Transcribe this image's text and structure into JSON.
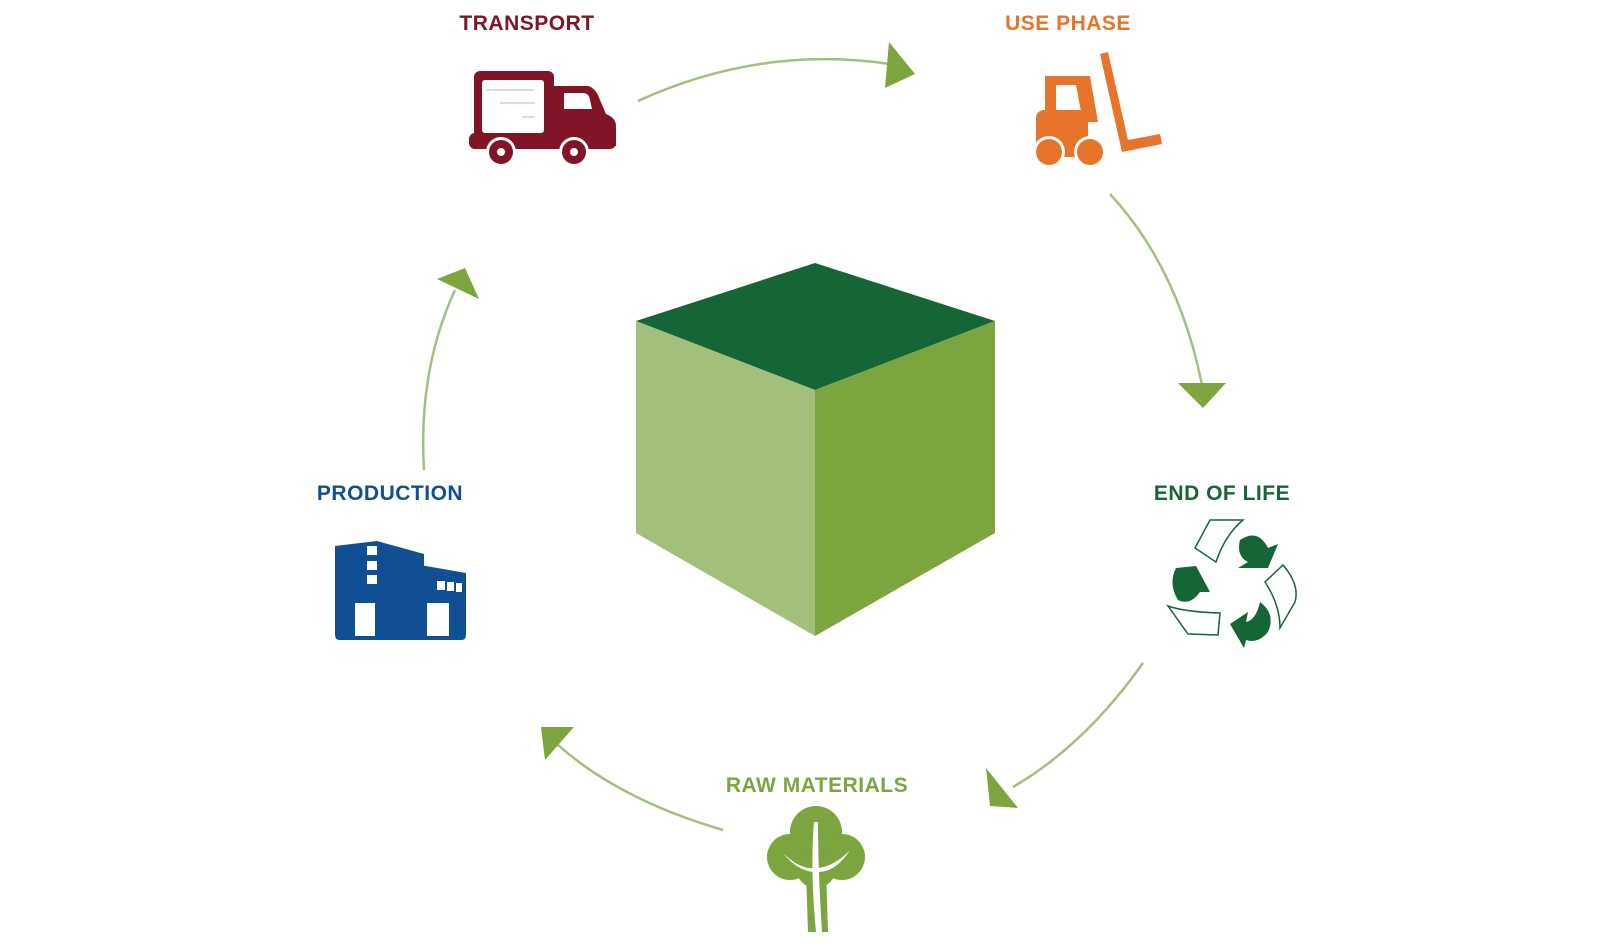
{
  "diagram": {
    "title": "Product Life Cycle",
    "center": {
      "label": "product-cube",
      "colors": {
        "top": "#146636",
        "left": "#a2c07b",
        "right": "#7ca53f"
      }
    },
    "stages": [
      {
        "id": "transport",
        "label": "TRANSPORT",
        "icon": "truck-icon",
        "color": "#821427"
      },
      {
        "id": "use-phase",
        "label": "USE PHASE",
        "icon": "forklift-icon",
        "color": "#e6742a"
      },
      {
        "id": "end-of-life",
        "label": "END OF LIFE",
        "icon": "recycle-icon",
        "color": "#146636"
      },
      {
        "id": "raw-materials",
        "label": "RAW MATERIALS",
        "icon": "tree-icon",
        "color": "#7ca53f"
      },
      {
        "id": "production",
        "label": "PRODUCTION",
        "icon": "factory-icon",
        "color": "#114f94"
      }
    ],
    "arrow_color": "#7ca53f",
    "flow": [
      "raw-materials",
      "production",
      "transport",
      "use-phase",
      "end-of-life",
      "raw-materials"
    ]
  }
}
